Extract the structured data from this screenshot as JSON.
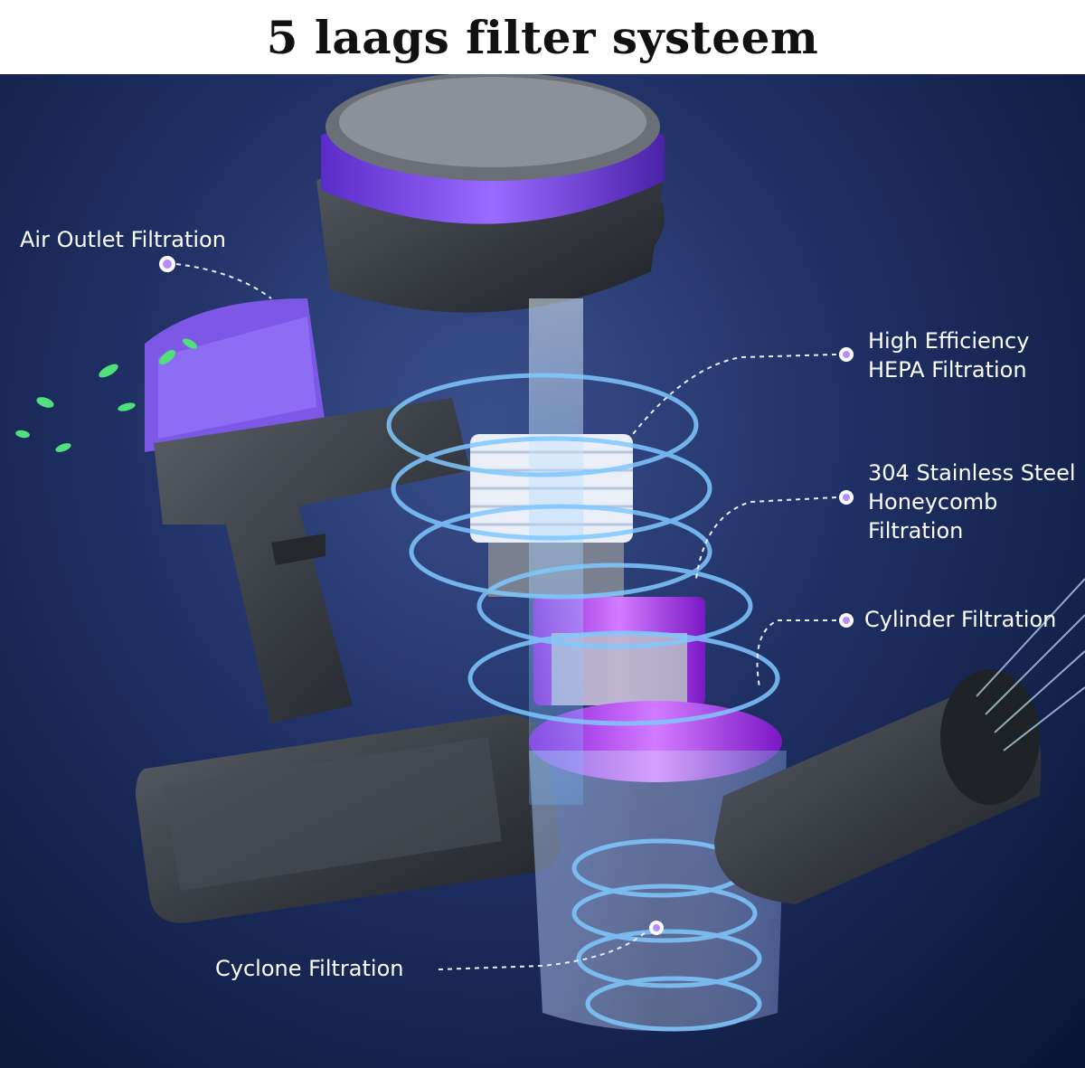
{
  "title": "5 laags filter systeem",
  "labels": {
    "air_outlet": "Air Outlet Filtration",
    "hepa_line1": "High Efficiency",
    "hepa_line2": "HEPA Filtration",
    "honeycomb_line1": "304 Stainless Steel",
    "honeycomb_line2": "Honeycomb",
    "honeycomb_line3": "Filtration",
    "cylinder": "Cylinder Filtration",
    "cyclone": "Cyclone Filtration"
  },
  "colors": {
    "accent_purple": "#8a4dff",
    "marker_purple": "#b48cff",
    "airflow_blue": "#7fc8ff",
    "leaf_green": "#4fe07a",
    "body_grey": "#3d4148"
  }
}
